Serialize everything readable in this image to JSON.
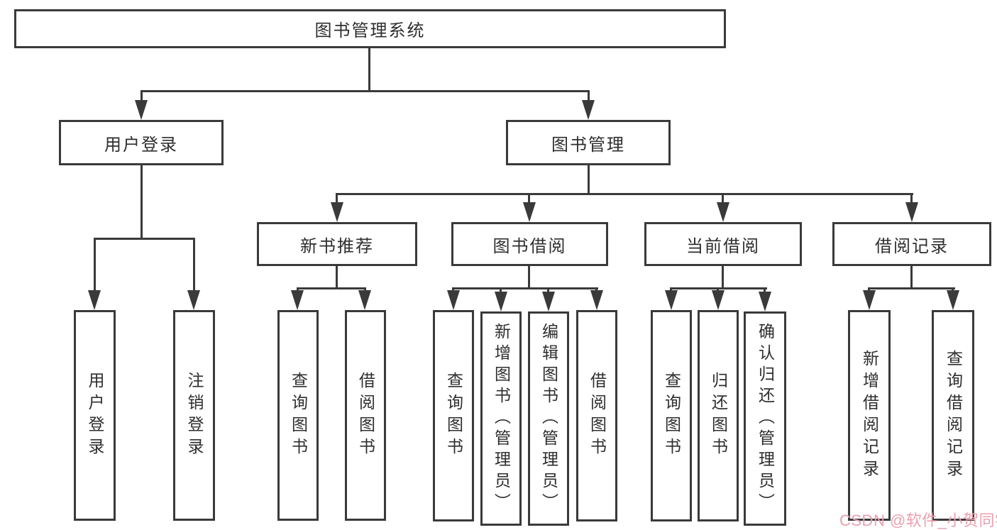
{
  "diagram_title": "图书管理系统",
  "watermark": "CSDN @软件_小贺同学",
  "colors": {
    "line": "#3a3a3a",
    "text": "#2e2e2e",
    "box_background": "#ffffff",
    "watermark": "#eb9fae"
  },
  "nodes": {
    "root": "图书管理系统",
    "user_login": "用户登录",
    "book_management": "图书管理",
    "new_book_recommend": "新书推荐",
    "book_borrow": "图书借阅",
    "current_borrow": "当前借阅",
    "borrow_records": "借阅记录",
    "ul_login": "用户登录",
    "ul_logout": "注销登录",
    "nb_query": "查询图书",
    "nb_borrow": "借阅图书",
    "bb_query": "查询图书",
    "bb_add": "新增图书（管理员）",
    "bb_edit": "编辑图书（管理员）",
    "bb_borrow": "借阅图书",
    "cb_query": "查询图书",
    "cb_return": "归还图书",
    "cb_confirm": "确认归还（管理员）",
    "br_add": "新增借阅记录",
    "br_query": "查询借阅记录"
  },
  "structure": {
    "图书管理系统": [
      "用户登录",
      "图书管理"
    ],
    "用户登录": [
      "用户登录",
      "注销登录"
    ],
    "图书管理": [
      "新书推荐",
      "图书借阅",
      "当前借阅",
      "借阅记录"
    ],
    "新书推荐": [
      "查询图书",
      "借阅图书"
    ],
    "图书借阅": [
      "查询图书",
      "新增图书（管理员）",
      "编辑图书（管理员）",
      "借阅图书"
    ],
    "当前借阅": [
      "查询图书",
      "归还图书",
      "确认归还（管理员）"
    ],
    "借阅记录": [
      "新增借阅记录",
      "查询借阅记录"
    ]
  }
}
